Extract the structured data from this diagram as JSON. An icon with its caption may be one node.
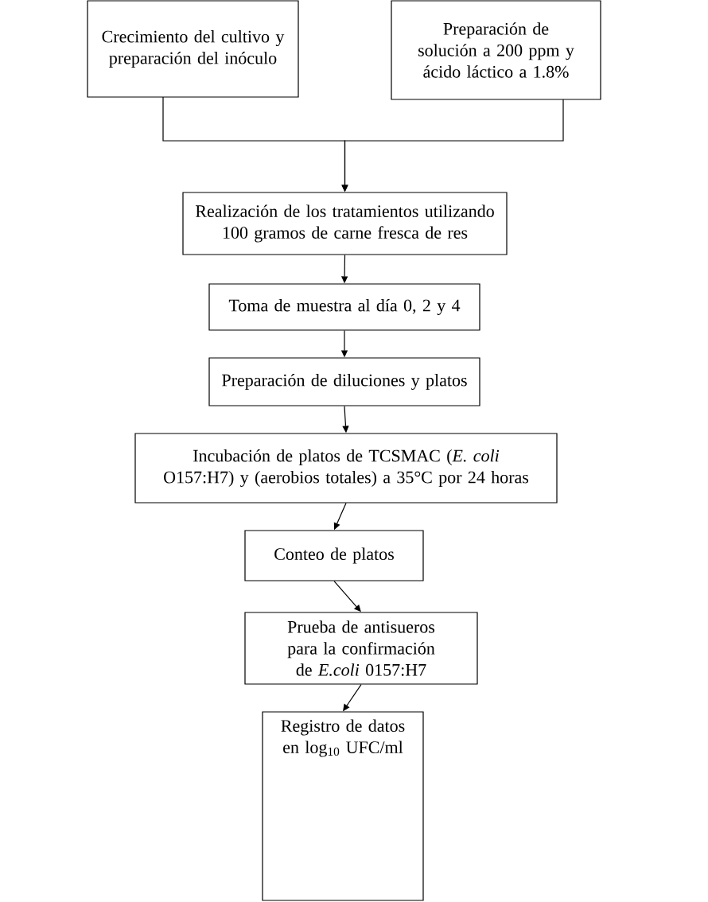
{
  "diagram": {
    "nodes": [
      {
        "text": [
          "Crecimiento del cultivo y preparación del inóculo"
        ]
      },
      {
        "text": [
          "Preparación de solución a 200 ppm y ácido láctico a 1.8%"
        ]
      },
      {
        "text": [
          "Realización de los tratamientos utilizando 100 gramos de carne fresca de res"
        ]
      },
      {
        "text": [
          "Toma de muestra al día 0, 2 y 4"
        ]
      },
      {
        "text": [
          "Preparación de diluciones y platos"
        ]
      },
      {
        "text": [
          "Incubación de platos de TCSMAC (*E. coli* O157:H7) y (aerobios totales) a 35°C por 24 horas"
        ]
      },
      {
        "text": [
          "Conteo de platos"
        ]
      },
      {
        "text": [
          "Prueba de antisueros para la confirmación de *E.coli* 0157:H7"
        ]
      },
      {
        "text": [
          "Registro de datos en log$_{10}$ UFC/ml"
        ]
      }
    ],
    "edges": [
      {
        "from": 0,
        "to": 2,
        "arrow": "to"
      },
      {
        "from": 1,
        "to": 2,
        "arrow": "to"
      },
      {
        "from": 2,
        "to": 3,
        "arrow": "to"
      },
      {
        "from": 3,
        "to": 4,
        "arrow": "to"
      },
      {
        "from": 4,
        "to": 5,
        "arrow": "to"
      },
      {
        "from": 5,
        "to": 6,
        "arrow": "to"
      },
      {
        "from": 6,
        "to": 7,
        "arrow": "to"
      },
      {
        "from": 7,
        "to": 8,
        "arrow": "to"
      }
    ]
  }
}
